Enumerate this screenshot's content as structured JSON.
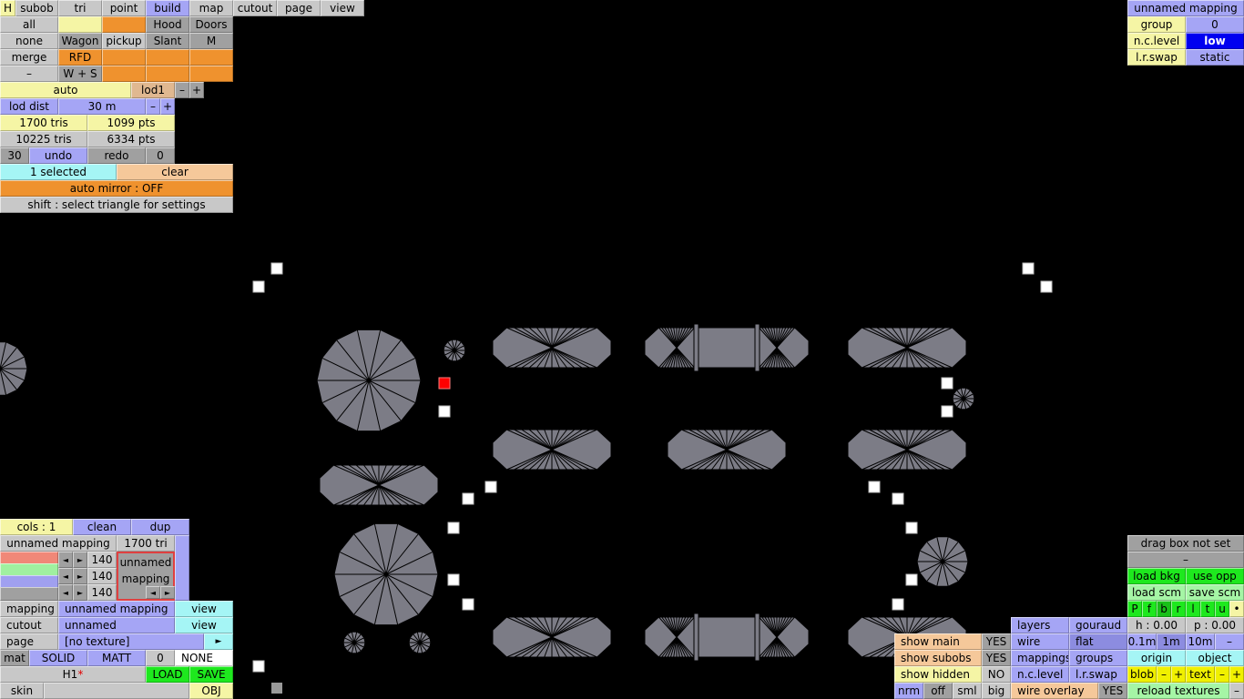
{
  "menu": {
    "h": "H",
    "subob": "subob",
    "tri": "tri",
    "point": "point",
    "build": "build",
    "map": "map",
    "cutout": "cutout",
    "page": "page",
    "view": "view"
  },
  "build": {
    "all": "all",
    "none": "none",
    "merge": "merge",
    "minus": "–",
    "hood": "Hood",
    "doors": "Doors",
    "wagon": "Wagon",
    "pickup": "pickup",
    "slant": "Slant",
    "m": "M",
    "rfd": "RFD",
    "ws": "W + S"
  },
  "lod": {
    "auto": "auto",
    "level": "lod1",
    "minus": "–",
    "plus": "+",
    "dist_label": "lod dist",
    "dist": "30 m"
  },
  "stats": {
    "tris": "1700 tris",
    "pts": "1099 pts",
    "total_tris": "10225 tris",
    "total_pts": "6334 pts"
  },
  "undo": {
    "count": "30",
    "undo": "undo",
    "redo": "redo",
    "redo_count": "0"
  },
  "selection": {
    "selected": "1 selected",
    "clear": "clear",
    "auto_mirror": "auto mirror : OFF",
    "hint": "shift : select triangle for settings"
  },
  "mapping_panel": {
    "title": "unnamed mapping",
    "group_label": "group",
    "group": "0",
    "nc_label": "n.c.level",
    "nc": "low",
    "lr_label": "l.r.swap",
    "lr": "static"
  },
  "material": {
    "cols": "cols : 1",
    "clean": "clean",
    "dup": "dup",
    "mapping_name": "unnamed mapping",
    "tri_count": "1700 tri",
    "values": [
      "140",
      "140",
      "140"
    ],
    "preview": "unnamed mapping",
    "arrow_l": "◄",
    "arrow_r": "►",
    "mapping_label": "mapping",
    "mapping": "unnamed mapping",
    "view": "view",
    "cutout_label": "cutout",
    "cutout": "unnamed",
    "page_label": "page",
    "page": "[no texture]",
    "page_arrow": "►",
    "mat": "mat",
    "solid": "SOLID",
    "matt": "MATT",
    "zero": "0",
    "none": "NONE",
    "file": "H1",
    "modified": "*",
    "load": "LOAD",
    "save": "SAVE",
    "skin": "skin",
    "obj": "OBJ"
  },
  "view_panel": {
    "show_main": "show main",
    "show_main_v": "YES",
    "show_subobs": "show subobs",
    "show_subobs_v": "YES",
    "show_hidden": "show hidden",
    "show_hidden_v": "NO",
    "nrm": "nrm",
    "off": "off",
    "sml": "sml",
    "big": "big",
    "layers": "layers",
    "gouraud": "gouraud",
    "wire": "wire",
    "flat": "flat",
    "mappings": "mappings",
    "groups": "groups",
    "nc": "n.c.level",
    "lr": "l.r.swap",
    "wire_overlay": "wire overlay",
    "wire_overlay_v": "YES"
  },
  "right_panel": {
    "drag": "drag box not set",
    "dash": "–",
    "load_bkg": "load bkg",
    "use_opp": "use opp",
    "load_scm": "load scm",
    "save_scm": "save scm",
    "views": [
      "P",
      "f",
      "b",
      "r",
      "l",
      "t",
      "u",
      "•"
    ],
    "h": "h : 0.00",
    "p": "p : 0.00",
    "steps": [
      "0.1m",
      "1m",
      "10m",
      "–"
    ],
    "origin": "origin",
    "object": "object",
    "blob": "blob",
    "text": "text",
    "minus": "–",
    "plus": "+",
    "reload": "reload textures"
  }
}
